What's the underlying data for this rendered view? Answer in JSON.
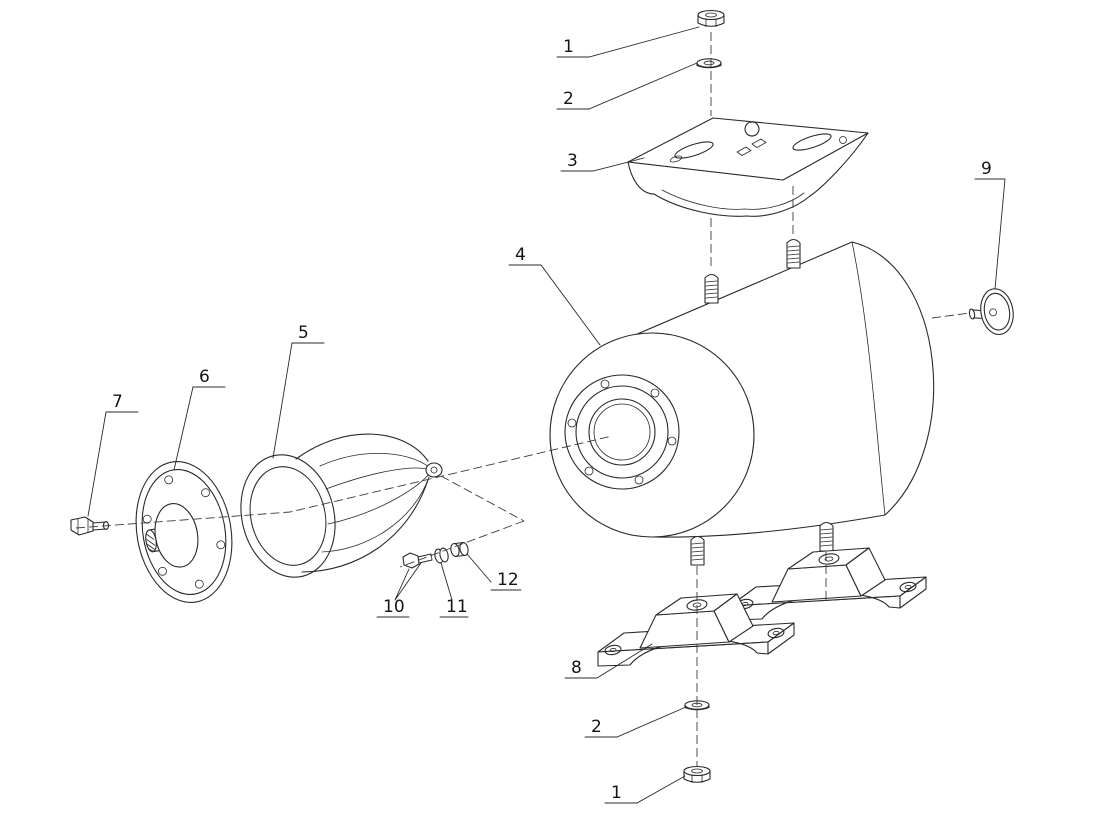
{
  "figure": {
    "kind": "exploded-view-technical-drawing",
    "subject": "diaphragm-pressure-tank-assembly",
    "background_color": "#ffffff",
    "line_color": "#2a2a2a",
    "centerline_style": "dashed"
  },
  "callouts": [
    {
      "label": "1",
      "part": "hex-nut-top"
    },
    {
      "label": "2",
      "part": "washer-top"
    },
    {
      "label": "3",
      "part": "top-saddle-bracket"
    },
    {
      "label": "4",
      "part": "tank-shell"
    },
    {
      "label": "5",
      "part": "diaphragm-bladder"
    },
    {
      "label": "6",
      "part": "end-flange"
    },
    {
      "label": "7",
      "part": "flange-bolt"
    },
    {
      "label": "8",
      "part": "saddle-foot"
    },
    {
      "label": "9",
      "part": "valve-cap"
    },
    {
      "label": "10",
      "part": "small-bolt"
    },
    {
      "label": "11",
      "part": "small-washer"
    },
    {
      "label": "12",
      "part": "small-nut"
    },
    {
      "label": "2",
      "part": "washer-bottom"
    },
    {
      "label": "1",
      "part": "hex-nut-bottom"
    }
  ]
}
